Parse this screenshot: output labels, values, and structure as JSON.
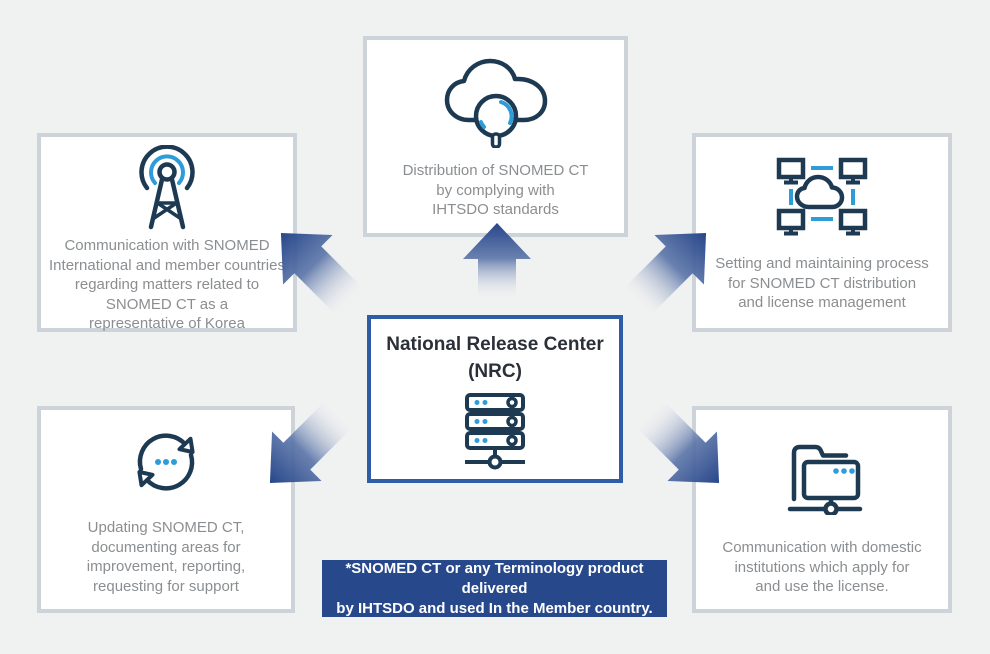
{
  "colors": {
    "background": "#f0f1f1",
    "box_border": "#ccd4da",
    "center_box_border": "#2e5ca7",
    "banner_background": "#27498c",
    "arrow_blue": "#27468a",
    "icon_navy": "#1d3a52",
    "icon_blue": "#2d9cd8",
    "description_text": "#8b8e91",
    "title_text": "#2b3038"
  },
  "center": {
    "title": "National Release Center\n(NRC)",
    "icon": "server-stack-icon"
  },
  "boxes": {
    "top": {
      "icon": "cloud-search-icon",
      "text": "Distribution of SNOMED CT\nby complying with\nIHTSDO standards"
    },
    "left": {
      "icon": "radio-tower-icon",
      "text": "Communication with SNOMED\nInternational and member countries\nregarding matters related to\nSNOMED CT as a\nrepresentative of Korea"
    },
    "right": {
      "icon": "network-cloud-icon",
      "text": "Setting and maintaining process\nfor SNOMED CT distribution\nand license management"
    },
    "bottomLeft": {
      "icon": "sync-arrows-icon",
      "text": "Updating SNOMED CT,\ndocumenting areas for\nimprovement, reporting,\nrequesting for support"
    },
    "bottomRight": {
      "icon": "folder-network-icon",
      "text": "Communication with domestic\ninstitutions which apply for\nand use the license."
    }
  },
  "footnote": {
    "text": "*SNOMED CT or any Terminology product delivered\nby IHTSDO and used In the Member country."
  }
}
